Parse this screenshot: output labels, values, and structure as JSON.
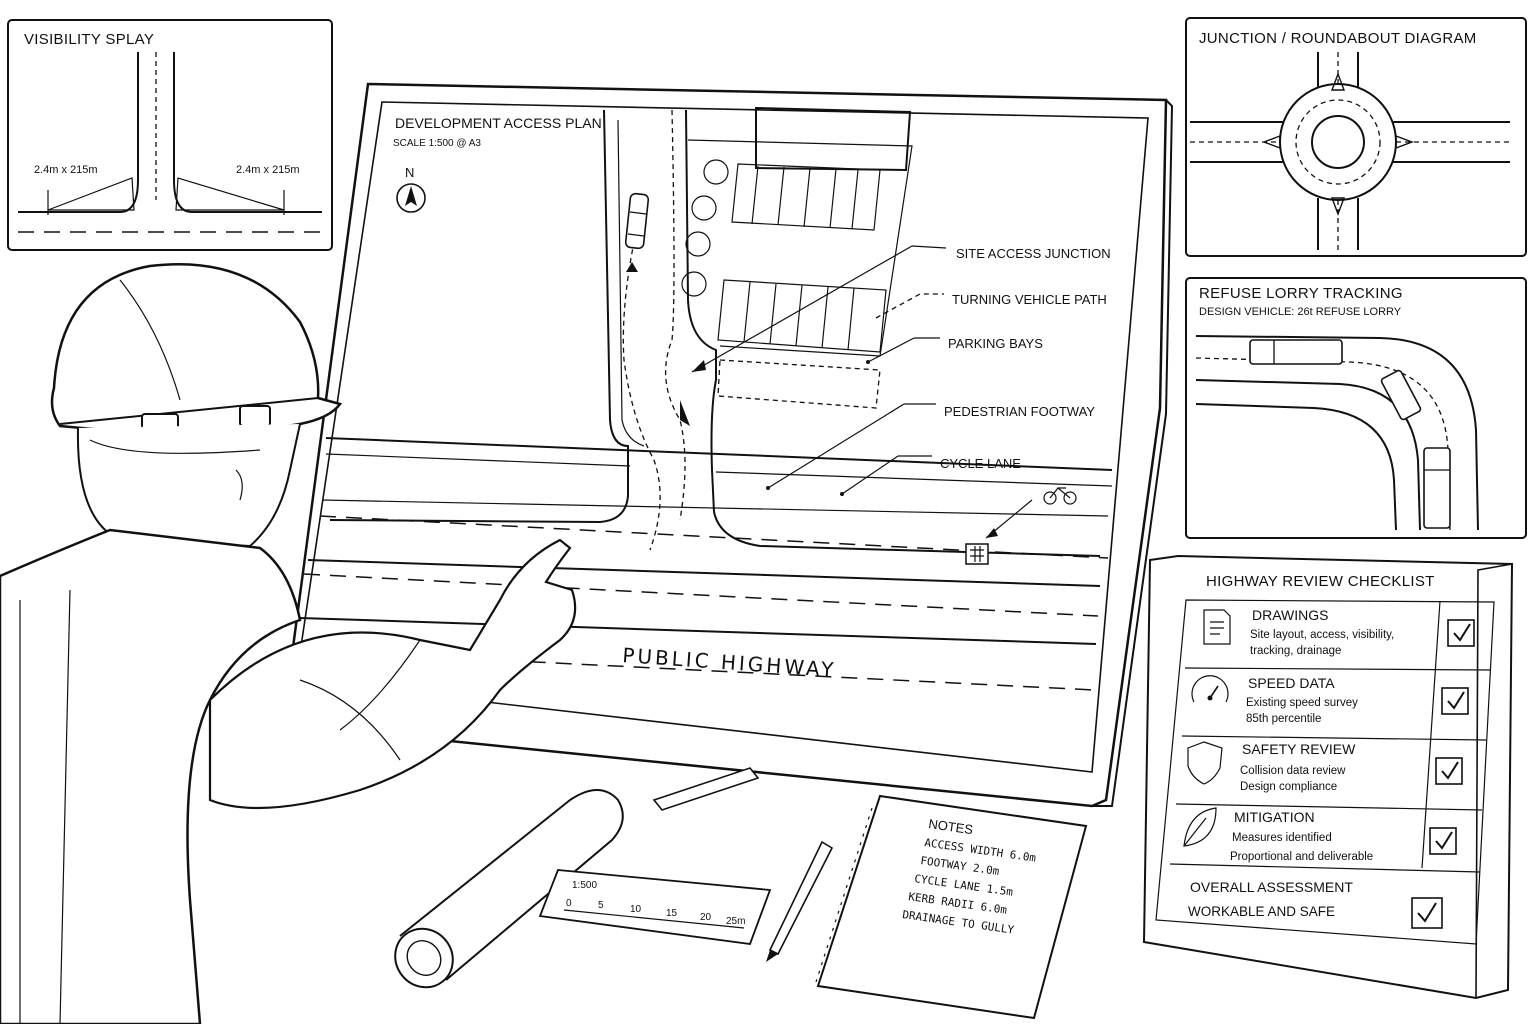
{
  "visibility_splay": {
    "title": "VISIBILITY SPLAY",
    "left_label": "2.4m x 215m",
    "right_label": "2.4m x 215m"
  },
  "plan": {
    "title": "DEVELOPMENT ACCESS PLAN",
    "scale": "SCALE 1:500 @ A3",
    "north": "N",
    "callouts": {
      "site_access": "SITE ACCESS JUNCTION",
      "turning_path": "TURNING VEHICLE PATH",
      "parking": "PARKING BAYS",
      "footway": "PEDESTRIAN FOOTWAY",
      "cycle": "CYCLE LANE"
    },
    "highway": "PUBLIC HIGHWAY"
  },
  "junction": {
    "title": "JUNCTION / ROUNDABOUT DIAGRAM"
  },
  "refuse": {
    "title": "REFUSE LORRY TRACKING",
    "subtitle": "DESIGN VEHICLE: 26t REFUSE LORRY"
  },
  "checklist": {
    "title": "HIGHWAY REVIEW CHECKLIST",
    "items": [
      {
        "icon": "document-icon",
        "heading": "DRAWINGS",
        "line1": "Site layout, access, visibility,",
        "line2": "tracking, drainage"
      },
      {
        "icon": "speedometer-icon",
        "heading": "SPEED DATA",
        "line1": "Existing speed survey",
        "line2": "85th percentile"
      },
      {
        "icon": "shield-icon",
        "heading": "SAFETY REVIEW",
        "line1": "Collision data review",
        "line2": "Design compliance"
      },
      {
        "icon": "leaf-icon",
        "heading": "MITIGATION",
        "line1": "Measures identified",
        "line2": "Proportional and deliverable"
      }
    ],
    "overall_heading": "OVERALL ASSESSMENT",
    "overall_value": "WORKABLE AND SAFE"
  },
  "ruler": {
    "scale": "1:500",
    "ticks": [
      "0",
      "5",
      "10",
      "15",
      "20",
      "25m"
    ]
  },
  "notes": {
    "title": "NOTES",
    "items": [
      "ACCESS WIDTH 6.0m",
      "FOOTWAY 2.0m",
      "CYCLE LANE 1.5m",
      "KERB RADII 6.0m",
      "DRAINAGE TO GULLY"
    ]
  }
}
